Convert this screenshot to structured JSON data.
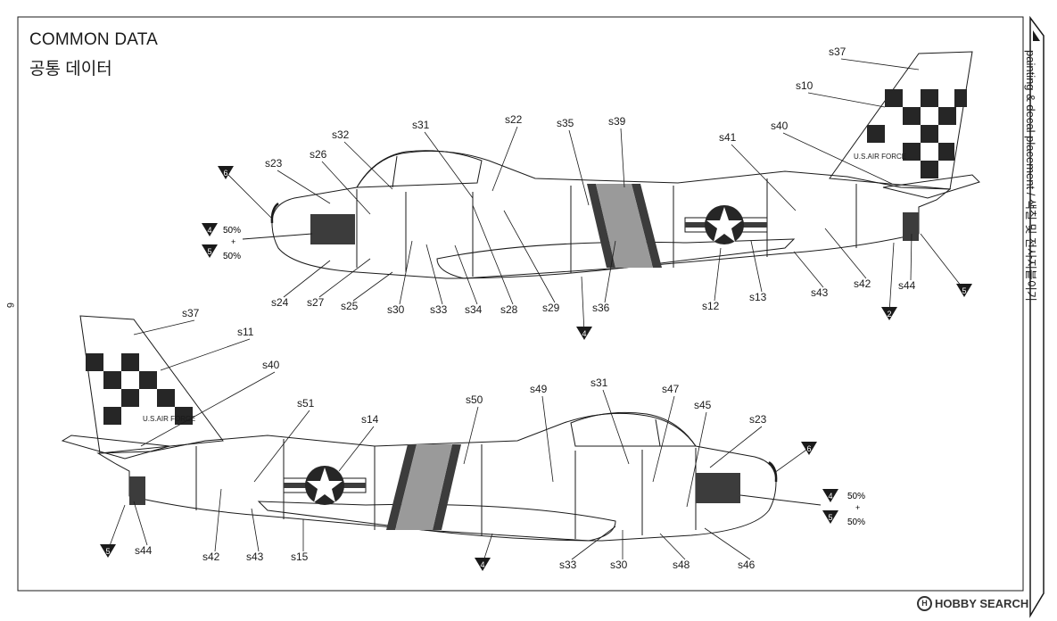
{
  "header": {
    "title_en": "COMMON DATA",
    "title_ko": "공통 데이터"
  },
  "side_tab": {
    "label": "painting & decal placement / 색칠 및 전사지붙이기"
  },
  "page_number": "6",
  "watermark": {
    "symbol": "H",
    "text": "HOBBY SEARCH"
  },
  "mix_note": {
    "top_a_ref": "4",
    "top_a_pct": "50%",
    "top_plus": "+",
    "top_b_ref": "5",
    "top_b_pct": "50%",
    "bottom_a_ref": "4",
    "bottom_a_pct": "50%",
    "bottom_plus": "+",
    "bottom_b_ref": "5",
    "bottom_b_pct": "50%"
  },
  "tail_text": {
    "top": "U.S.AIR FORCE",
    "bottom": "U.S.AIR FORCE"
  },
  "top_view_labels": [
    "s37",
    "s10",
    "s40",
    "s41",
    "s39",
    "s35",
    "s22",
    "s31",
    "s32",
    "s26",
    "s23",
    "s24",
    "s27",
    "s25",
    "s30",
    "s33",
    "s34",
    "s28",
    "s29",
    "s36",
    "s12",
    "s13",
    "s43",
    "s42",
    "s44"
  ],
  "bottom_view_labels": [
    "s37",
    "s11",
    "s40",
    "s51",
    "s14",
    "s50",
    "s49",
    "s31",
    "s47",
    "s45",
    "s23",
    "s44",
    "s42",
    "s43",
    "s15",
    "s33",
    "s30",
    "s48",
    "s46"
  ],
  "paint_refs": {
    "top_nose": "6",
    "top_belly": "4",
    "top_tail_under": "2",
    "top_tail_rear": "5",
    "bottom_nose": "6",
    "bottom_belly": "4",
    "bottom_tail": "5"
  },
  "colors": {
    "line": "#1a1a1a",
    "panel_dark": "#3c3c3c",
    "check_dark": "#262626",
    "stripe_grey": "#9a9a9a",
    "paper": "#ffffff"
  }
}
